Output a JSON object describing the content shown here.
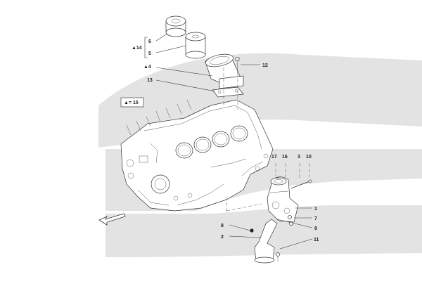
{
  "colors": {
    "watermark": "#e3e3e3",
    "line": "#333333",
    "legend_border": "#555555",
    "background": "#ffffff"
  },
  "legend": {
    "text": "▲= 15"
  },
  "callouts": [
    {
      "id": "6",
      "label": "6"
    },
    {
      "id": "5",
      "label": "5"
    },
    {
      "id": "14",
      "label": "▲14"
    },
    {
      "id": "4",
      "label": "▲4"
    },
    {
      "id": "12",
      "label": "12"
    },
    {
      "id": "13",
      "label": "13"
    },
    {
      "id": "17",
      "label": "17"
    },
    {
      "id": "16",
      "label": "16"
    },
    {
      "id": "3",
      "label": "3"
    },
    {
      "id": "10",
      "label": "10"
    },
    {
      "id": "1",
      "label": "1"
    },
    {
      "id": "7",
      "label": "7"
    },
    {
      "id": "9",
      "label": "9"
    },
    {
      "id": "8",
      "label": "8"
    },
    {
      "id": "2",
      "label": "2"
    },
    {
      "id": "11",
      "label": "11"
    }
  ],
  "icons": [
    "direction-arrow-icon"
  ]
}
